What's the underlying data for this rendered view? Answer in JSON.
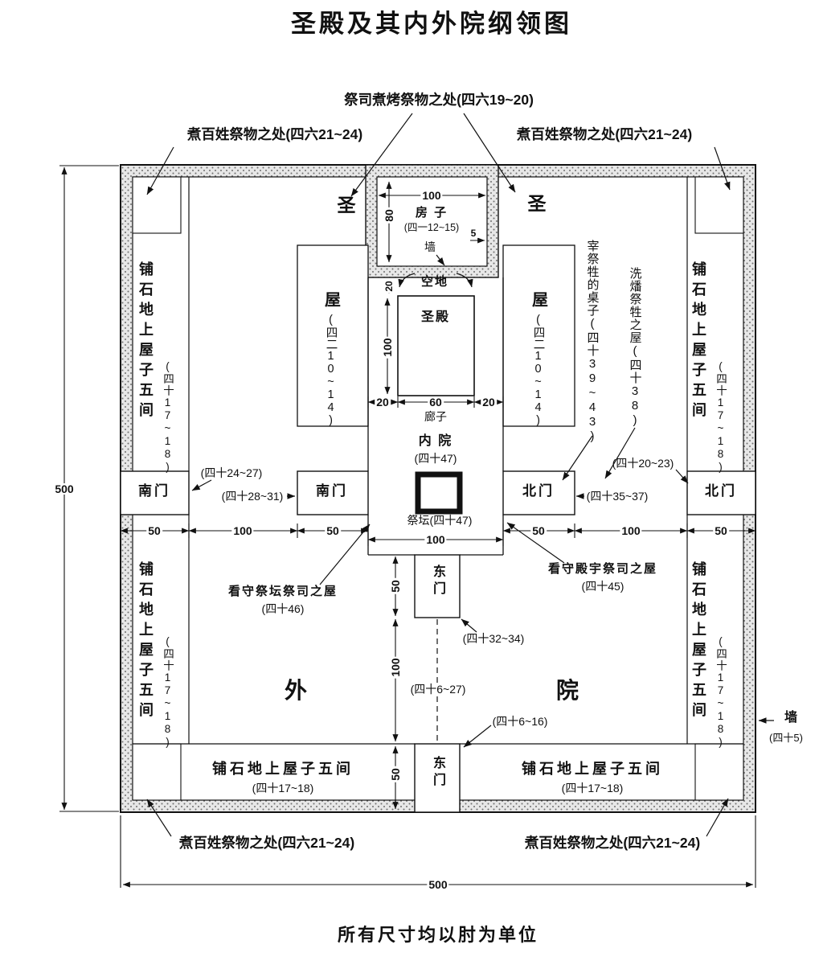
{
  "title": "圣殿及其内外院纲领图",
  "footer": "所有尺寸均以肘为单位",
  "labels": {
    "priest_boiling": "祭司煮烤祭物之处(四六19~20)",
    "people_boiling": "煮百姓祭物之处(四六21~24)",
    "holy": "圣",
    "chamber": "屋",
    "chamber_ref": "(四二10~14)",
    "house": "房 子",
    "house_ref": "(四一12~15)",
    "wall": "墙",
    "wall_ref": "(四十5)",
    "open_space": "空地",
    "temple": "圣殿",
    "porch": "廊子",
    "inner_court": "内 院",
    "inner_court_ref": "(四十47)",
    "altar": "祭坛(四十47)",
    "outer_court_left": "外",
    "outer_court_right": "院",
    "outer_court_ref": "(四十6~27)",
    "pavement": "铺石地上屋子五间",
    "pavement_ref": "(四十17~18)",
    "south_gate": "南门",
    "north_gate": "北门",
    "east_gate": "东门",
    "guard_altar": "看守祭坛祭司之屋",
    "guard_altar_ref": "(四十46)",
    "guard_temple": "看守殿宇祭司之屋",
    "guard_temple_ref": "(四十45)",
    "slaughter_tables": "宰祭牲的桌子(四十39~43)",
    "washing_house": "洗燔祭牲之屋(四十38)",
    "ref_outer_south": "(四十24~27)",
    "ref_inner_south": "(四十28~31)",
    "ref_inner_north": "(四十35~37)",
    "ref_outer_north": "(四十20~23)",
    "ref_inner_east": "(四十32~34)",
    "ref_outer_east": "(四十6~16)"
  },
  "dims": {
    "d500": "500",
    "d100": "100",
    "d80": "80",
    "d60": "60",
    "d50": "50",
    "d20": "20",
    "d5": "5"
  }
}
